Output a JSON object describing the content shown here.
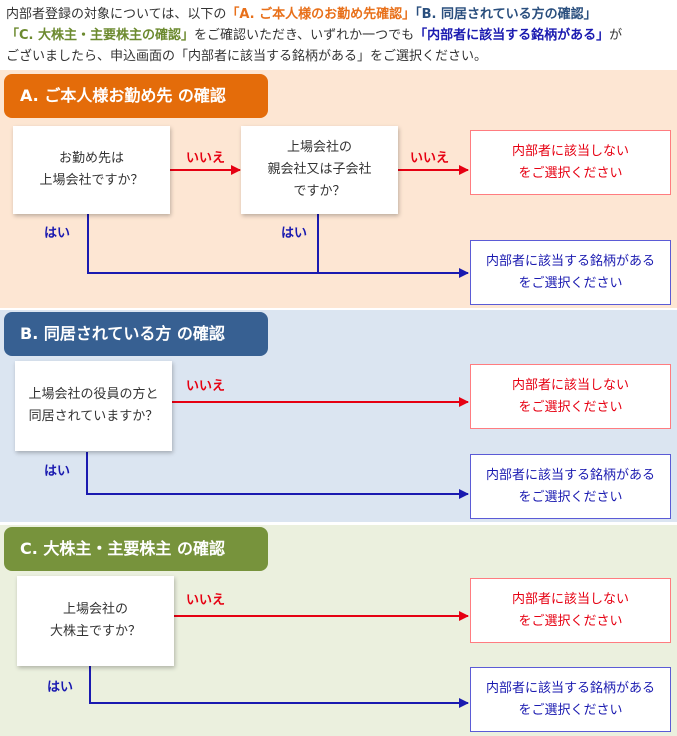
{
  "intro": {
    "line1_a": "内部者登録の対象については、以下の",
    "line1_b": "「A. ご本人様のお勤め先確認」",
    "line1_c": "「B. 同居されている方の確認」",
    "line2_a": "「C. 大株主・主要株主の確認」",
    "line2_b": "をご確認いただき、いずれか一つでも",
    "line2_c": "「内部者に該当する銘柄がある」",
    "line2_d": "が",
    "line3": "ございましたら、申込画面の「内部者に該当する銘柄がある」をご選択ください。"
  },
  "section_a": {
    "header": "A. ご本人様お勤め先 の確認",
    "q1": "お勤め先は\n上場会社ですか？",
    "q2": "上場会社の\n親会社又は子会社\nですか？",
    "label_no1": "いいえ",
    "label_no2": "いいえ",
    "label_yes1": "はい",
    "label_yes2": "はい",
    "result_no": "内部者に該当しない\nをご選択ください",
    "result_yes": "内部者に該当する銘柄がある\nをご選択ください"
  },
  "section_b": {
    "header": "B. 同居されている方 の確認",
    "q1": "上場会社の役員の方と\n同居されていますか？",
    "label_no": "いいえ",
    "label_yes": "はい",
    "result_no": "内部者に該当しない\nをご選択ください",
    "result_yes": "内部者に該当する銘柄がある\nをご選択ください"
  },
  "section_c": {
    "header": "C. 大株主・主要株主 の確認",
    "q1": "上場会社の\n大株主ですか？",
    "label_no": "いいえ",
    "label_yes": "はい",
    "result_no": "内部者に該当しない\nをご選択ください",
    "result_yes": "内部者に該当する銘柄がある\nをご選択ください"
  },
  "colors": {
    "a_header": "#e46c0a",
    "b_header": "#376092",
    "c_header": "#77933c",
    "no_arrow": "#e60012",
    "yes_arrow": "#1a1ab0"
  }
}
